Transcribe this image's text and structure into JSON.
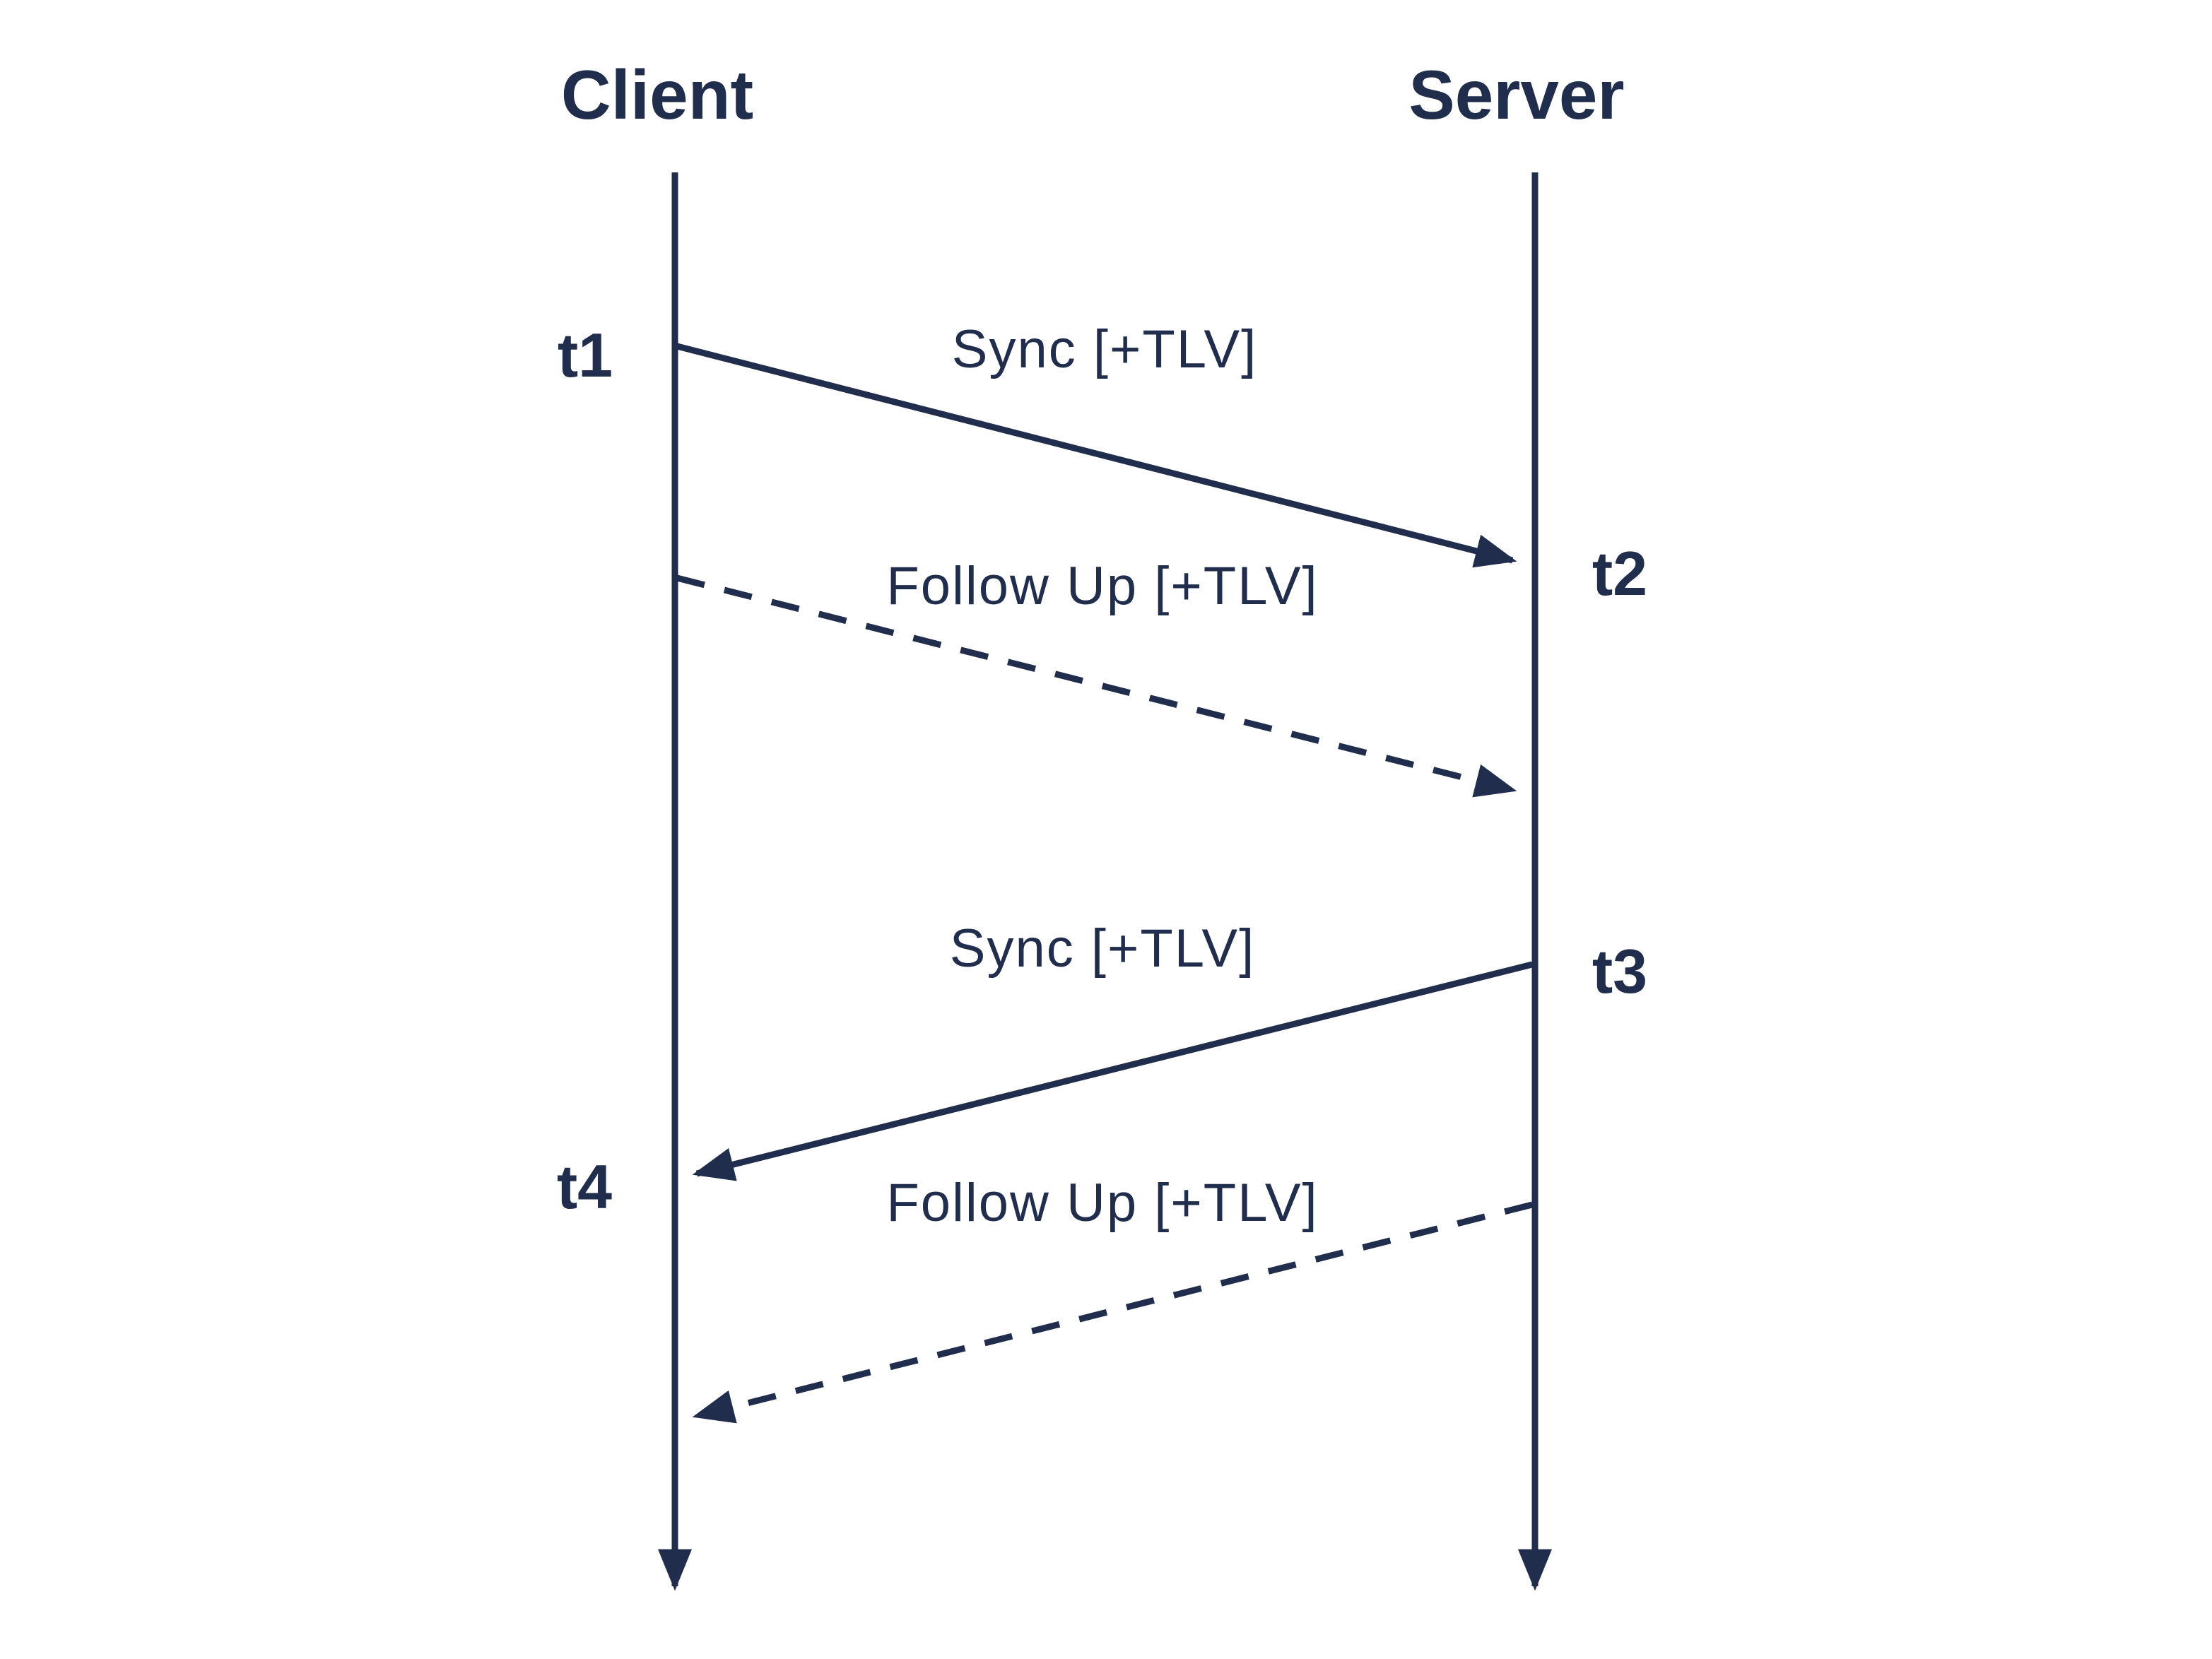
{
  "diagram": {
    "type": "sequence-diagram",
    "topic": "two-step time synchronization message exchange",
    "colors": {
      "ink": "#212D4C",
      "background": "#FFFFFF"
    },
    "participants": [
      {
        "name": "Client"
      },
      {
        "name": "Server"
      }
    ],
    "messages": [
      {
        "label": "Sync [+TLV]",
        "from": "Client",
        "to": "Server",
        "style": "solid",
        "send_label": "t1",
        "receive_label": "t2"
      },
      {
        "label": "Follow Up [+TLV]",
        "from": "Client",
        "to": "Server",
        "style": "dashed",
        "send_label": "",
        "receive_label": ""
      },
      {
        "label": "Sync [+TLV]",
        "from": "Server",
        "to": "Client",
        "style": "solid",
        "send_label": "t3",
        "receive_label": "t4"
      },
      {
        "label": "Follow Up [+TLV]",
        "from": "Server",
        "to": "Client",
        "style": "dashed",
        "send_label": "",
        "receive_label": ""
      }
    ]
  }
}
